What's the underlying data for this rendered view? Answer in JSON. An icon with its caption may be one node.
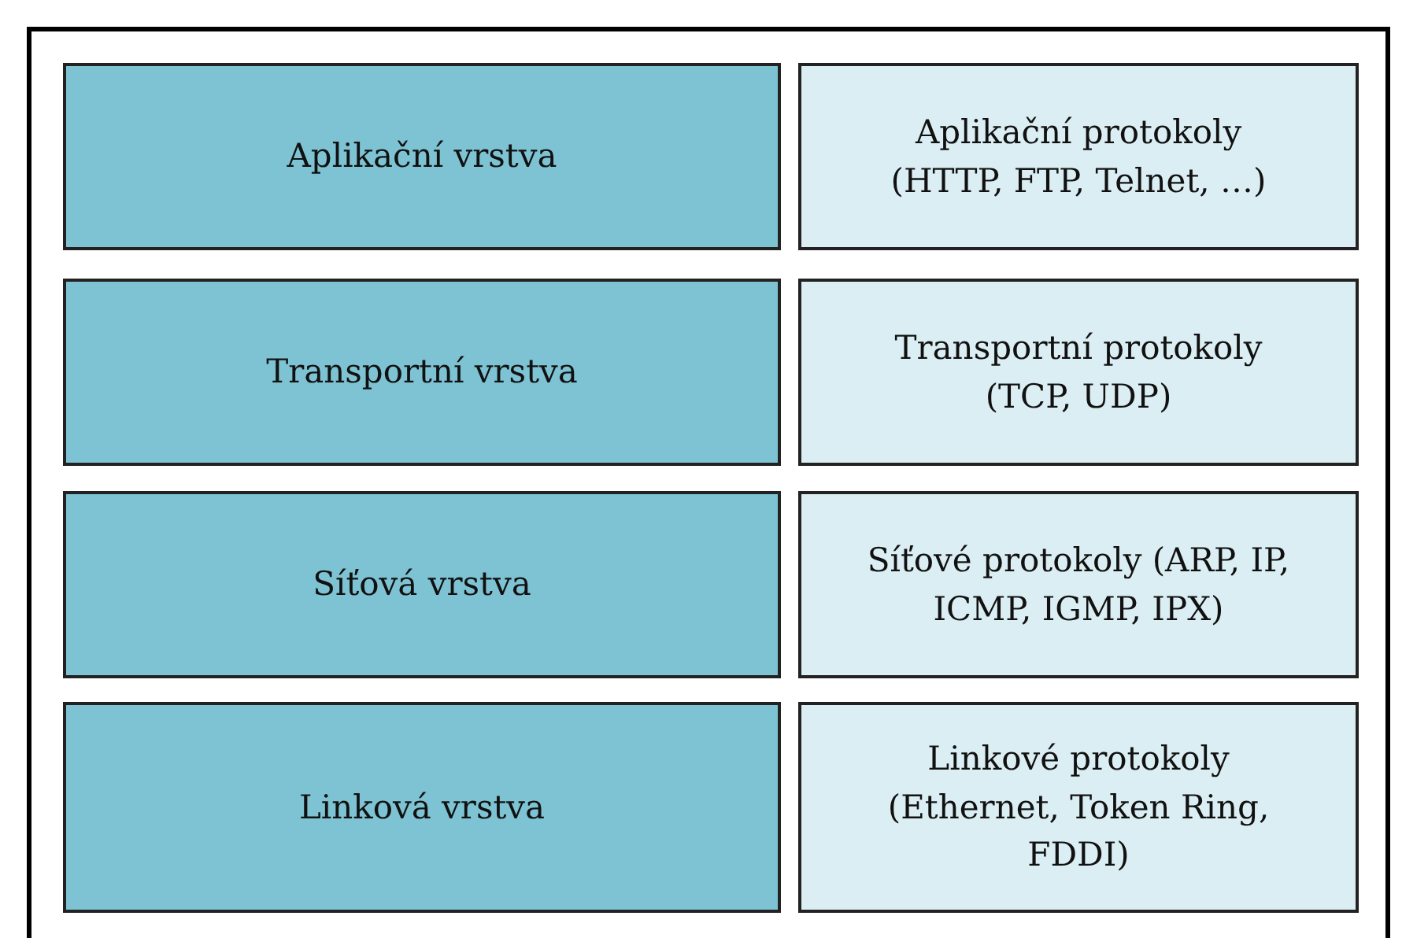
{
  "diagram": {
    "nodes": [
      {
        "text": [
          "Aplikační vrstva"
        ]
      },
      {
        "text": [
          "Aplikační protokoly (HTTP, FTP, Telnet, …)"
        ]
      },
      {
        "text": [
          "Transportní vrstva"
        ]
      },
      {
        "text": [
          "Transportní protokoly (TCP, UDP)"
        ]
      },
      {
        "text": [
          "Síťová vrstva"
        ]
      },
      {
        "text": [
          "Síťové protokoly (ARP, IP, ICMP, IGMP, IPX)"
        ]
      },
      {
        "text": [
          "Linková vrstva"
        ]
      },
      {
        "text": [
          "Linkové protokoly (Ethernet, Token Ring, FDDI)"
        ]
      }
    ]
  }
}
